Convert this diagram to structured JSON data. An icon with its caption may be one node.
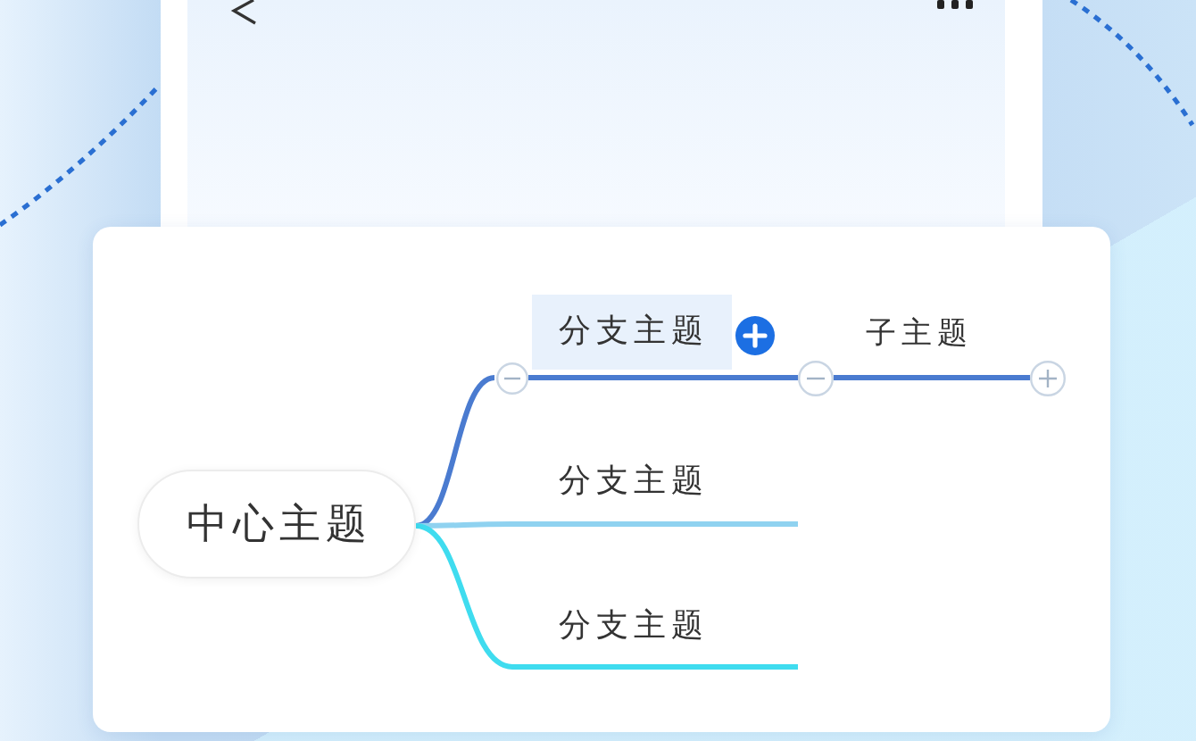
{
  "diagram": {
    "nodes": [
      {
        "text": [
          "中心主题"
        ]
      },
      {
        "text": [
          "分支主题"
        ]
      },
      {
        "text": [
          "分支主题"
        ]
      },
      {
        "text": [
          "分支主题"
        ]
      },
      {
        "text": [
          "子主题"
        ]
      }
    ],
    "edges": [
      {
        "from": 0,
        "to": 1,
        "arrow": "none"
      },
      {
        "from": 0,
        "to": 2,
        "arrow": "none",
        "color": "#8fd2f0"
      },
      {
        "from": 0,
        "to": 3,
        "arrow": "none",
        "color": "#3fdcef"
      },
      {
        "from": 1,
        "to": 4,
        "arrow": "none"
      }
    ]
  }
}
